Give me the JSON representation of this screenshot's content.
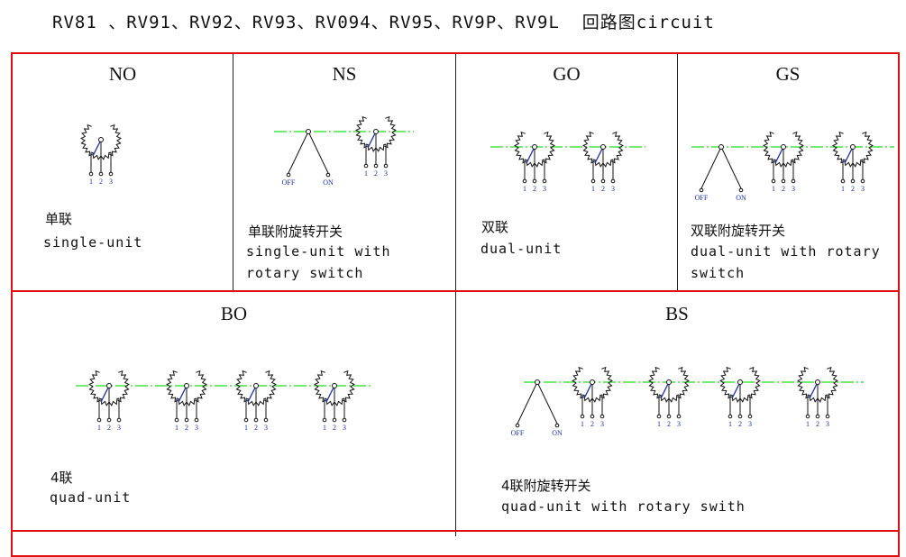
{
  "title": "RV81 、RV91、RV92、RV93、RV094、RV95、RV9P、RV9L  回路图circuit",
  "colors": {
    "border": "#e01010",
    "shaft": "#22dd22",
    "wiper": "#1a2fb0",
    "pin_label": "#1a2fb0"
  },
  "pin_labels": [
    "1",
    "2",
    "3"
  ],
  "switch_labels": {
    "off": "OFF",
    "on": "ON"
  },
  "cells": {
    "no": {
      "code": "NO",
      "zh": "单联",
      "en": "single-unit"
    },
    "ns": {
      "code": "NS",
      "zh": "单联附旋转开关",
      "en": "single-unit with rotary switch"
    },
    "go": {
      "code": "GO",
      "zh": "双联",
      "en": "dual-unit"
    },
    "gs": {
      "code": "GS",
      "zh": "双联附旋转开关",
      "en": "dual-unit with rotary switch"
    },
    "bo": {
      "code": "BO",
      "zh": "4联",
      "en": "quad-unit"
    },
    "bs": {
      "code": "BS",
      "zh": "4联附旋转开关",
      "en": "quad-unit  with rotary swith"
    }
  }
}
